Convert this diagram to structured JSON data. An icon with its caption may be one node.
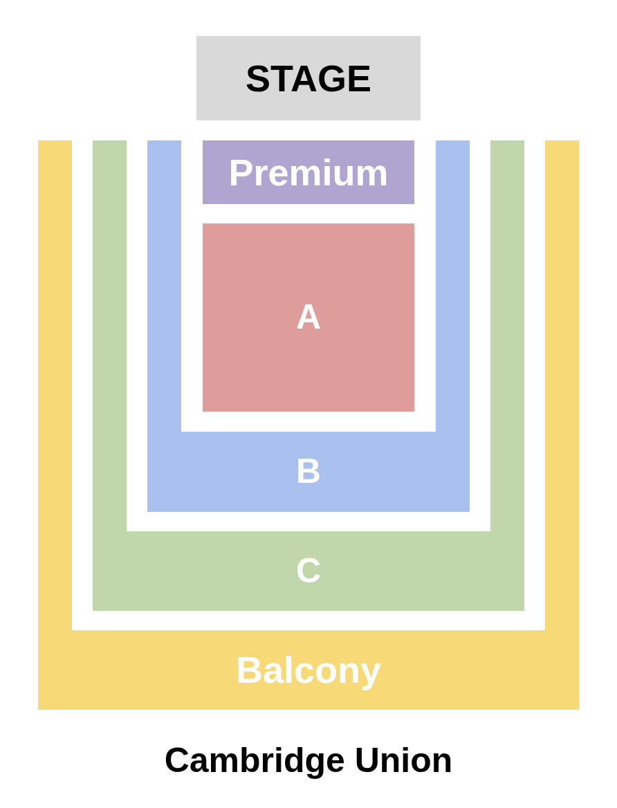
{
  "diagram": {
    "title": "Cambridge Union",
    "nodes": [
      {
        "text": [
          "STAGE"
        ]
      },
      {
        "text": [
          "Balcony"
        ]
      },
      {
        "text": [
          "C"
        ]
      },
      {
        "text": [
          "B"
        ]
      },
      {
        "text": [
          "Premium"
        ]
      },
      {
        "text": [
          "A"
        ]
      }
    ],
    "edges": []
  }
}
